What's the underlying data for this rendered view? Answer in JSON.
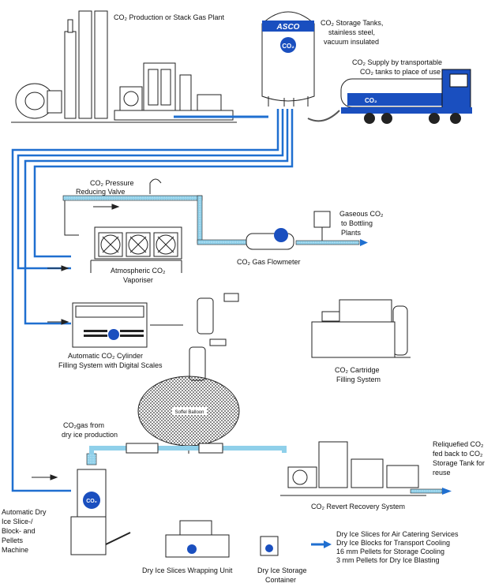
{
  "labels": {
    "plant": "CO₂ Production or Stack Gas Plant",
    "storage_l1": "CO₂ Storage Tanks,",
    "storage_l2": "stainless steel,",
    "storage_l3": "vacuum insulated",
    "supply_l1": "CO₂ Supply by transportable",
    "supply_l2": "CO₂ tanks to place of use",
    "prv_l1": "CO₂ Pressure",
    "prv_l2": "Reducing Valve",
    "gaseous_l1": "Gaseous CO₂",
    "gaseous_l2": "to Bottling",
    "gaseous_l3": "Plants",
    "vaporiser_l1": "Atmospheric CO₂",
    "vaporiser_l2": "Vaporiser",
    "flowmeter": "CO₂ Gas Flowmeter",
    "filling_l1": "Automatic CO₂ Cylinder",
    "filling_l2": "Filling System with Digital Scales",
    "cartridge_l1": "CO₂ Cartridge",
    "cartridge_l2": "Filling System",
    "dryice_gas_l1": "CO₂gas from",
    "dryice_gas_l2": "dry ice production",
    "balloon": "Soffel Balloon",
    "reliq_l1": "Reliquefied CO₂",
    "reliq_l2": "fed back to CO₂",
    "reliq_l3": "Storage Tank for",
    "reliq_l4": "reuse",
    "revert": "CO₂ Revert Recovery System",
    "machine_l1": "Automatic Dry",
    "machine_l2": "Ice Slice-/",
    "machine_l3": "Block- and",
    "machine_l4": "Pellets",
    "machine_l5": "Machine",
    "wrapping": "Dry Ice Slices Wrapping Unit",
    "container_l1": "Dry Ice Storage",
    "container_l2": "Container",
    "tank_brand": "ASCO",
    "tank_badge": "CO₂",
    "truck_badge": "CO₂",
    "legend": [
      "Dry Ice Slices for Air Catering Services",
      "Dry Ice Blocks for Transport Cooling",
      "16 mm Pellets for Storage Cooling",
      "3 mm Pellets for Dry Ice Blasting"
    ]
  },
  "colors": {
    "pipe": "#1f6fd0",
    "accent": "#1a4fbf",
    "line": "#222222"
  }
}
